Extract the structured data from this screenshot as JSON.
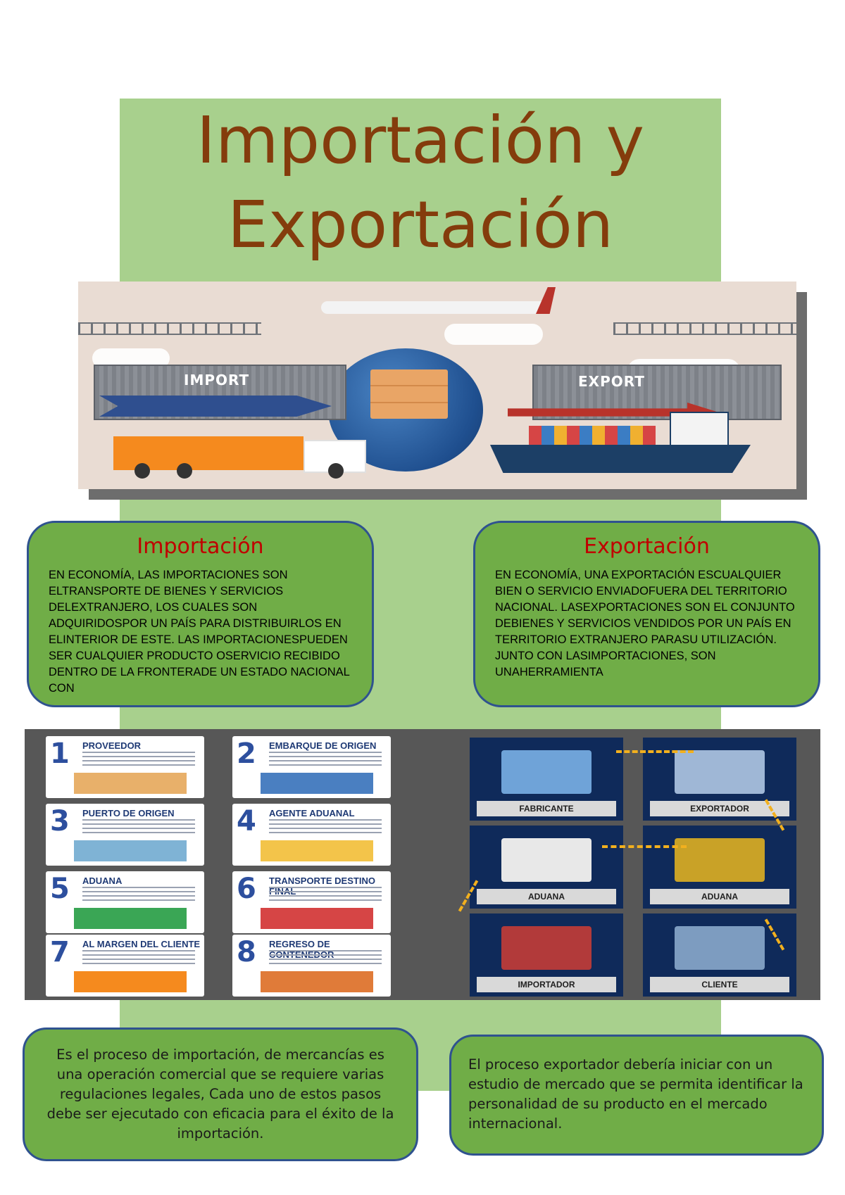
{
  "title": {
    "line1": "Importación y",
    "line2": "Exportación"
  },
  "banner": {
    "import_label": "IMPORT",
    "export_label": "EXPORT",
    "colors": {
      "import_arrow": "#2f4f8f",
      "export_arrow": "#b8332b",
      "truck": "#f58a1e",
      "ship": "#1c3f66"
    }
  },
  "importacion": {
    "heading": "Importación",
    "text": "EN ECONOMÍA, LAS IMPORTACIONES SON ELTRANSPORTE DE BIENES Y SERVICIOS DELEXTRANJERO, LOS CUALES SON ADQUIRIDOSPOR UN PAÍS PARA DISTRIBUIRLOS EN ELINTERIOR DE ESTE.  LAS IMPORTACIONESPUEDEN SER CUALQUIER PRODUCTO OSERVICIO RECIBIDO DENTRO DE LA FRONTERADE UN ESTADO NACIONAL CON"
  },
  "exportacion": {
    "heading": "Exportación",
    "text": "EN ECONOMÍA, UNA EXPORTACIÓN ESCUALQUIER BIEN O SERVICIO ENVIADOFUERA DEL TERRITORIO NACIONAL. LASEXPORTACIONES SON EL CONJUNTO DEBIENES Y SERVICIOS VENDIDOS POR UN PAÍS EN TERRITORIO EXTRANJERO PARASU UTILIZACIÓN.  JUNTO CON LASIMPORTACIONES, SON UNAHERRAMIENTA"
  },
  "import_steps": [
    {
      "num": "1",
      "title": "PROVEEDOR",
      "illus_color": "#e8b06a"
    },
    {
      "num": "2",
      "title": "EMBARQUE DE ORIGEN",
      "illus_color": "#4a7fc1"
    },
    {
      "num": "3",
      "title": "PUERTO DE ORIGEN",
      "illus_color": "#7fb3d5"
    },
    {
      "num": "4",
      "title": "AGENTE ADUANAL",
      "illus_color": "#f3c44a"
    },
    {
      "num": "5",
      "title": "ADUANA",
      "illus_color": "#3aa655"
    },
    {
      "num": "6",
      "title": "TRANSPORTE DESTINO FINAL",
      "illus_color": "#d64545"
    },
    {
      "num": "7",
      "title": "AL MARGEN DEL CLIENTE",
      "illus_color": "#f58a1e"
    },
    {
      "num": "8",
      "title": "REGRESO DE CONTENEDOR",
      "illus_color": "#e07b39"
    }
  ],
  "export_flow": [
    {
      "label": "FABRICANTE",
      "illus_color": "#6fa3d8"
    },
    {
      "label": "EXPORTADOR",
      "illus_color": "#9fb7d6"
    },
    {
      "label": "ADUANA",
      "illus_color": "#e8e8e8"
    },
    {
      "label": "ADUANA",
      "illus_color": "#c9a227"
    },
    {
      "label": "IMPORTADOR",
      "illus_color": "#b23a3a"
    },
    {
      "label": "CLIENTE",
      "illus_color": "#7d9cc0"
    }
  ],
  "notes": {
    "left": "Es el proceso de importación, de mercancías es una operación comercial que se requiere varias regulaciones legales, Cada uno de estos pasos debe ser ejecutado con eficacia para el éxito de la importación.",
    "right": "El proceso exportador debería iniciar con un estudio de mercado que se permita identificar la personalidad de su producto en el mercado internacional."
  }
}
